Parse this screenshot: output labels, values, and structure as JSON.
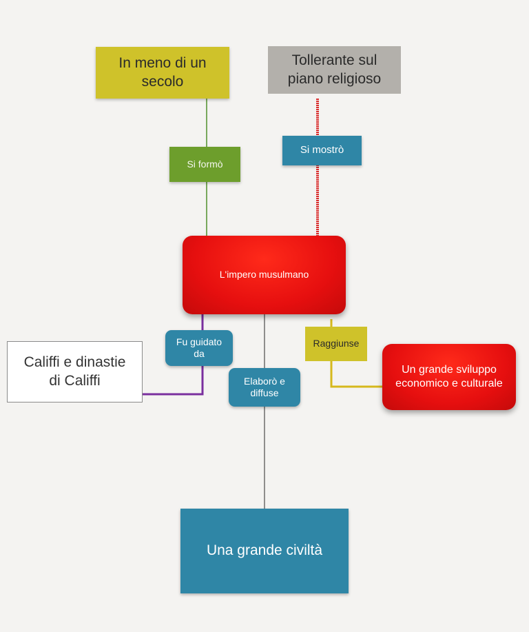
{
  "nodes": {
    "in_meno_di_un_secolo": "In meno di un secolo",
    "tollerante": "Tollerante sul piano religioso",
    "si_formo": "Si formò",
    "si_mostro": "Si mostrò",
    "impero": "L'impero musulmano",
    "fu_guidato_da": "Fu guidato da",
    "califfi": "Califfi e dinastie di Califfi",
    "raggiunse": "Raggiunse",
    "sviluppo": "Un grande sviluppo economico e culturale",
    "elaboro_e_diffuse": "Elaborò e diffuse",
    "civilta": "Una grande civiltà"
  },
  "colors": {
    "yellow": "#cfc22a",
    "grey": "#b3b0ab",
    "green": "#6d9e2c",
    "blue": "#2f86a6",
    "red": "#e60f0f",
    "purple": "#7a2f9e",
    "connector_green": "#4f8f2a",
    "connector_red": "#d92b2b",
    "connector_yellow": "#d6b81c",
    "connector_dark": "#4a4a4a"
  }
}
